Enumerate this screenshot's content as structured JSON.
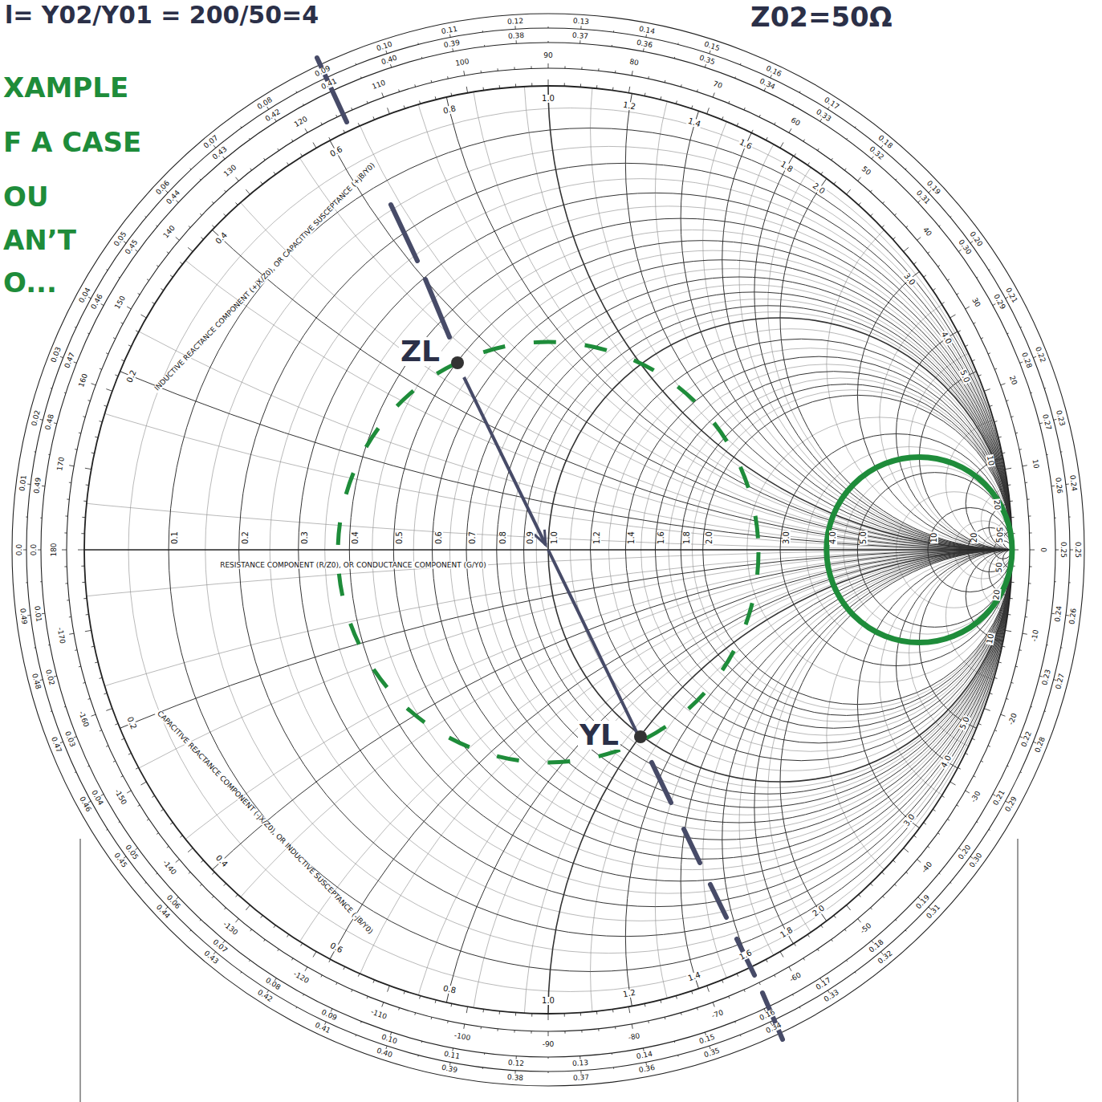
{
  "diagram": {
    "labels": [
      "l= Y02/Y01 = 200/50=4",
      "Z02=50Ω",
      "XAMPLE",
      "F A CASE",
      "OU",
      "AN’T",
      "O...",
      "ZL",
      "YL",
      "RESISTANCE COMPONENT (R/Z0), OR CONDUCTANCE COMPONENT (G/Y0)",
      "INDUCTIVE REACTANCE COMPONENT (+jX/Z0), OR CAPACITIVE SUSCEPTANCE (+jB/Y0)",
      "CAPACITIVE REACTANCE COMPONENT (-jX/Z0), OR INDUCTIVE SUSCEPTANCE (-jB/Y0)",
      "0.1",
      "0.2",
      "0.3",
      "0.4",
      "0.5",
      "0.6",
      "0.7",
      "0.8",
      "0.9",
      "1.0",
      "1.2",
      "1.4",
      "1.6",
      "1.8",
      "2.0",
      "3.0",
      "4.0",
      "5.0",
      "10",
      "20",
      "50",
      "0.2",
      "0.4",
      "0.6",
      "0.8",
      "1.0",
      "1.2",
      "1.4",
      "1.6",
      "1.8",
      "2.0",
      "3.0",
      "4.0",
      "5.0",
      "10",
      "20",
      "50",
      "0.2",
      "0.4",
      "0.6",
      "0.8",
      "1.0",
      "1.2",
      "1.4",
      "1.6",
      "1.8",
      "2.0",
      "3.0",
      "4.0",
      "5.0",
      "10",
      "20",
      "50",
      "0.0",
      "0.01",
      "0.02",
      "0.03",
      "0.04",
      "0.05",
      "0.06",
      "0.07",
      "0.08",
      "0.09",
      "0.10",
      "0.11",
      "0.12",
      "0.13",
      "0.14",
      "0.15",
      "0.16",
      "0.17",
      "0.18",
      "0.19",
      "0.20",
      "0.21",
      "0.22",
      "0.23",
      "0.24",
      "0.25",
      "0.26",
      "0.27",
      "0.28",
      "0.29",
      "0.30",
      "0.31",
      "0.32",
      "0.33",
      "0.34",
      "0.35",
      "0.36",
      "0.37",
      "0.38",
      "0.39",
      "0.40",
      "0.41",
      "0.42",
      "0.43",
      "0.44",
      "0.45",
      "0.46",
      "0.47",
      "0.48",
      "0.49",
      "0.0",
      "0.01",
      "0.02",
      "0.03",
      "0.04",
      "0.05",
      "0.06",
      "0.07",
      "0.08",
      "0.09",
      "0.10",
      "0.11",
      "0.12",
      "0.13",
      "0.14",
      "0.15",
      "0.16",
      "0.17",
      "0.18",
      "0.19",
      "0.20",
      "0.21",
      "0.22",
      "0.23",
      "0.24",
      "0.25",
      "0.26",
      "0.27",
      "0.28",
      "0.29",
      "0.30",
      "0.31",
      "0.32",
      "0.33",
      "0.34",
      "0.35",
      "0.36",
      "0.37",
      "0.38",
      "0.39",
      "0.40",
      "0.41",
      "0.42",
      "0.43",
      "0.44",
      "0.45",
      "0.46",
      "0.47",
      "0.48",
      "0.49",
      "180",
      "170",
      "160",
      "150",
      "140",
      "130",
      "120",
      "110",
      "100",
      "90",
      "80",
      "70",
      "60",
      "50",
      "40",
      "30",
      "20",
      "10",
      "0",
      "-10",
      "-20",
      "-30",
      "-40",
      "-50",
      "-60",
      "-70",
      "-80",
      "-90",
      "-100",
      "-110",
      "-120",
      "-130",
      "-140",
      "-150",
      "-160",
      "-170"
    ]
  }
}
